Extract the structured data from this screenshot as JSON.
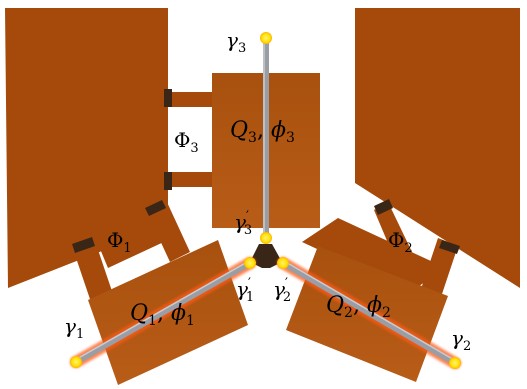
{
  "colors": {
    "background": "#ffffff",
    "island": "#a54a0a",
    "island_light": "#c0651c",
    "island_dark": "#8a3d07",
    "junction_dark": "#3a2616",
    "wire_core": "#9a9da3",
    "wire_glow": "#ff5a14",
    "endpoint": "#ffe000"
  },
  "labels": {
    "gamma1": {
      "base": "γ",
      "sub": "1",
      "prime": ""
    },
    "gamma2": {
      "base": "γ",
      "sub": "2",
      "prime": ""
    },
    "gamma3": {
      "base": "γ",
      "sub": "3",
      "prime": ""
    },
    "gamma1p": {
      "base": "γ",
      "sub": "1",
      "prime": "′"
    },
    "gamma2p": {
      "base": "γ",
      "sub": "2",
      "prime": "′"
    },
    "gamma3p": {
      "base": "γ",
      "sub": "3",
      "prime": "′"
    },
    "flux1": {
      "base": "Φ",
      "sub": "1"
    },
    "flux2": {
      "base": "Φ",
      "sub": "2"
    },
    "flux3": {
      "base": "Φ",
      "sub": "3"
    },
    "island1": {
      "q": "Q",
      "q_sub": "1",
      "sep": ", ",
      "phi": "ϕ",
      "phi_sub": "1"
    },
    "island2": {
      "q": "Q",
      "q_sub": "2",
      "sep": ", ",
      "phi": "ϕ",
      "phi_sub": "2"
    },
    "island3": {
      "q": "Q",
      "q_sub": "3",
      "sep": ", ",
      "phi": "ϕ",
      "phi_sub": "3"
    }
  }
}
